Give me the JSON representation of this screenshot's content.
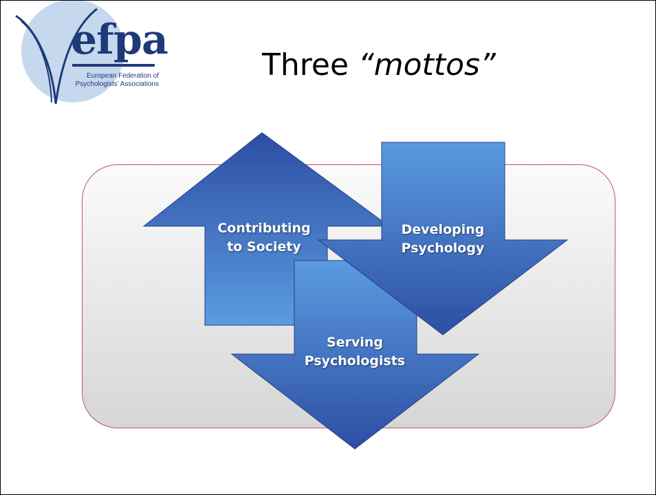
{
  "logo": {
    "wordmark": "efpa",
    "subtitle_line1": "European Federation of",
    "subtitle_line2": "Psychologists’ Associations"
  },
  "title": {
    "plain": "Three ",
    "italic": "“mottos”"
  },
  "mottos": [
    {
      "line1": "Contributing",
      "line2": "to Society",
      "direction": "up"
    },
    {
      "line1": "Developing",
      "line2": "Psychology",
      "direction": "down"
    },
    {
      "line1": "Serving",
      "line2": "Psychologists",
      "direction": "down"
    }
  ],
  "colors": {
    "arrow_light": "#5b9be0",
    "arrow_dark": "#2d4ea3",
    "panel_border": "#c0506a",
    "logo_blue": "#1e3a78",
    "logo_circle": "#c5d8ee"
  }
}
